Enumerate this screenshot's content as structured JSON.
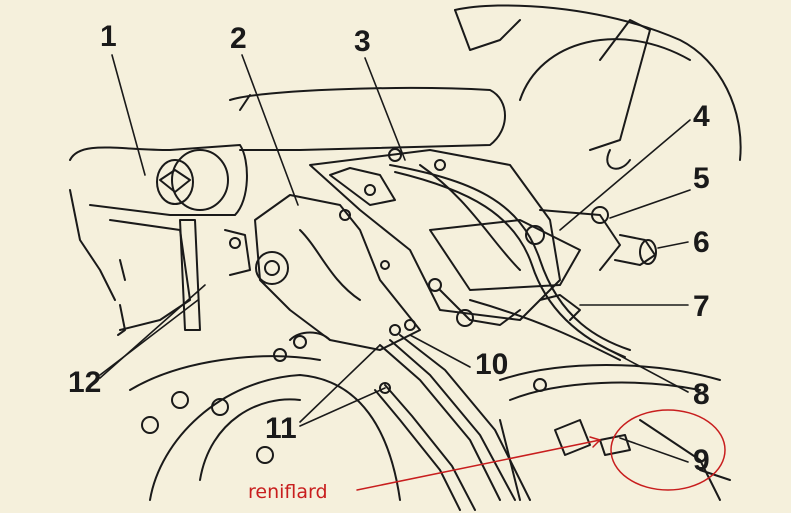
{
  "labels": {
    "n1": "1",
    "n2": "2",
    "n3": "3",
    "n4": "4",
    "n5": "5",
    "n6": "6",
    "n7": "7",
    "n8": "8",
    "n9": "9",
    "n10": "10",
    "n11": "11",
    "n12": "12",
    "annotation": "reniflard"
  },
  "colors": {
    "ink": "#1a1a1a",
    "paper": "#f5f0dc",
    "annotation": "#c81e1e"
  }
}
